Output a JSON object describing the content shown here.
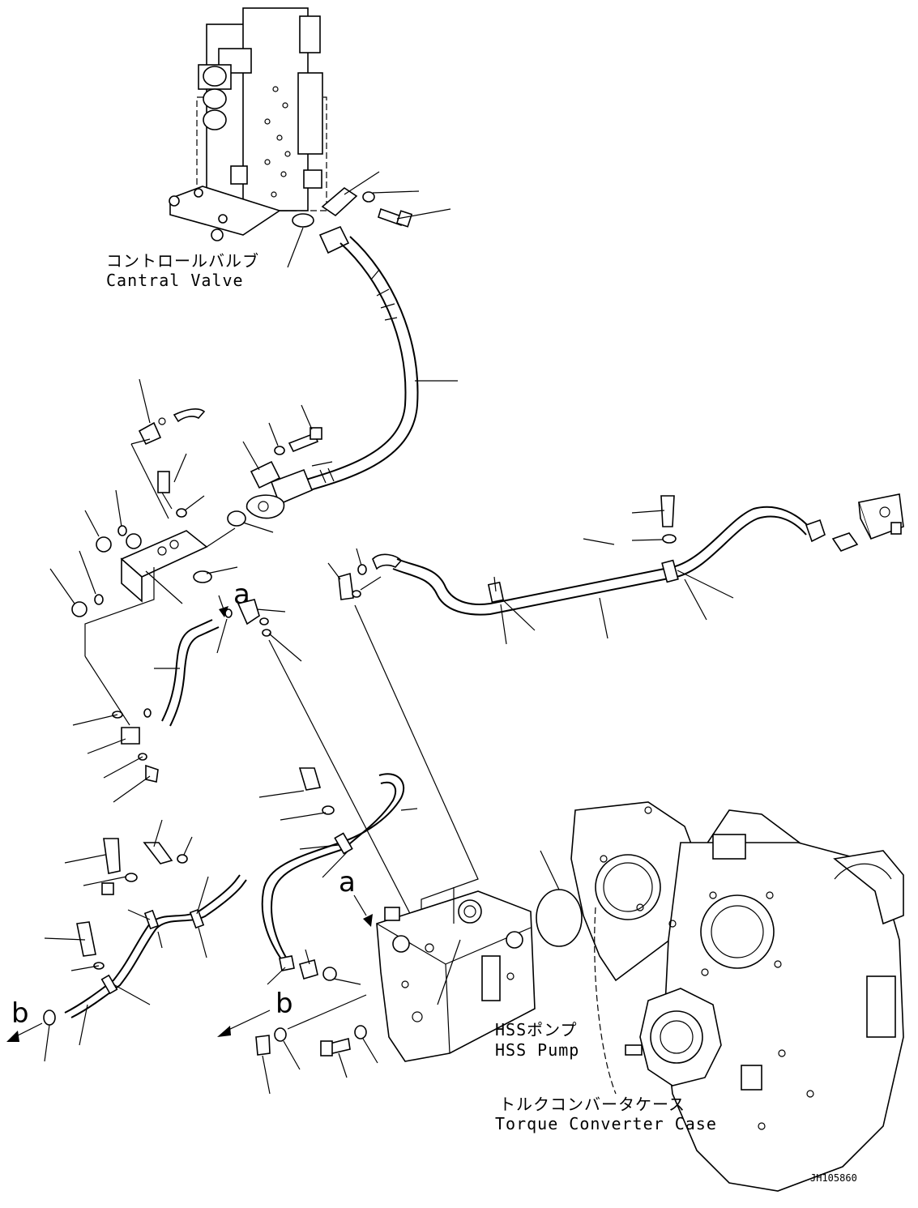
{
  "labels": {
    "control_valve_jp": "コントロールバルブ",
    "control_valve_en": "Cantral Valve",
    "hss_pump_jp": "HSSポンプ",
    "hss_pump_en": "HSS Pump",
    "torque_case_jp": "トルクコンバータケース",
    "torque_case_en": "Torque Converter Case",
    "ref_a_top": "a",
    "ref_a_bottom": "a",
    "ref_b_left": "b",
    "ref_b_right": "b",
    "drawing_code": "JH105860"
  }
}
